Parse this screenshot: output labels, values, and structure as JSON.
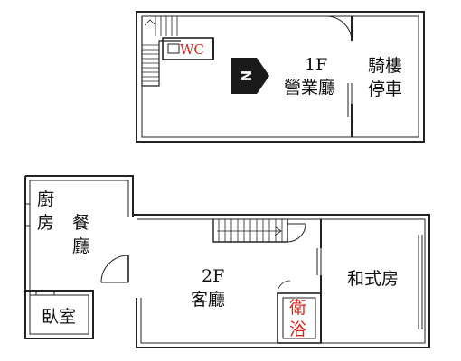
{
  "floor_1": {
    "wc": "WC",
    "hall_level": "1F",
    "hall_name": "營業廳",
    "arcade_line1": "騎樓",
    "arcade_line2": "停車"
  },
  "floor_2": {
    "kitchen_char1": "廚",
    "kitchen_char2": "房",
    "dining_line1": "餐",
    "dining_line2": "廳",
    "bedroom": "臥室",
    "living_level": "2F",
    "living_name": "客廳",
    "bath_char1": "衛",
    "bath_char2": "浴",
    "japanese_room": "和式房"
  },
  "compass": {
    "letter": "N",
    "icon": "north-arrow-icon"
  },
  "colors": {
    "wall": "#222222",
    "red_label": "#d8261c",
    "background": "#ffffff"
  }
}
